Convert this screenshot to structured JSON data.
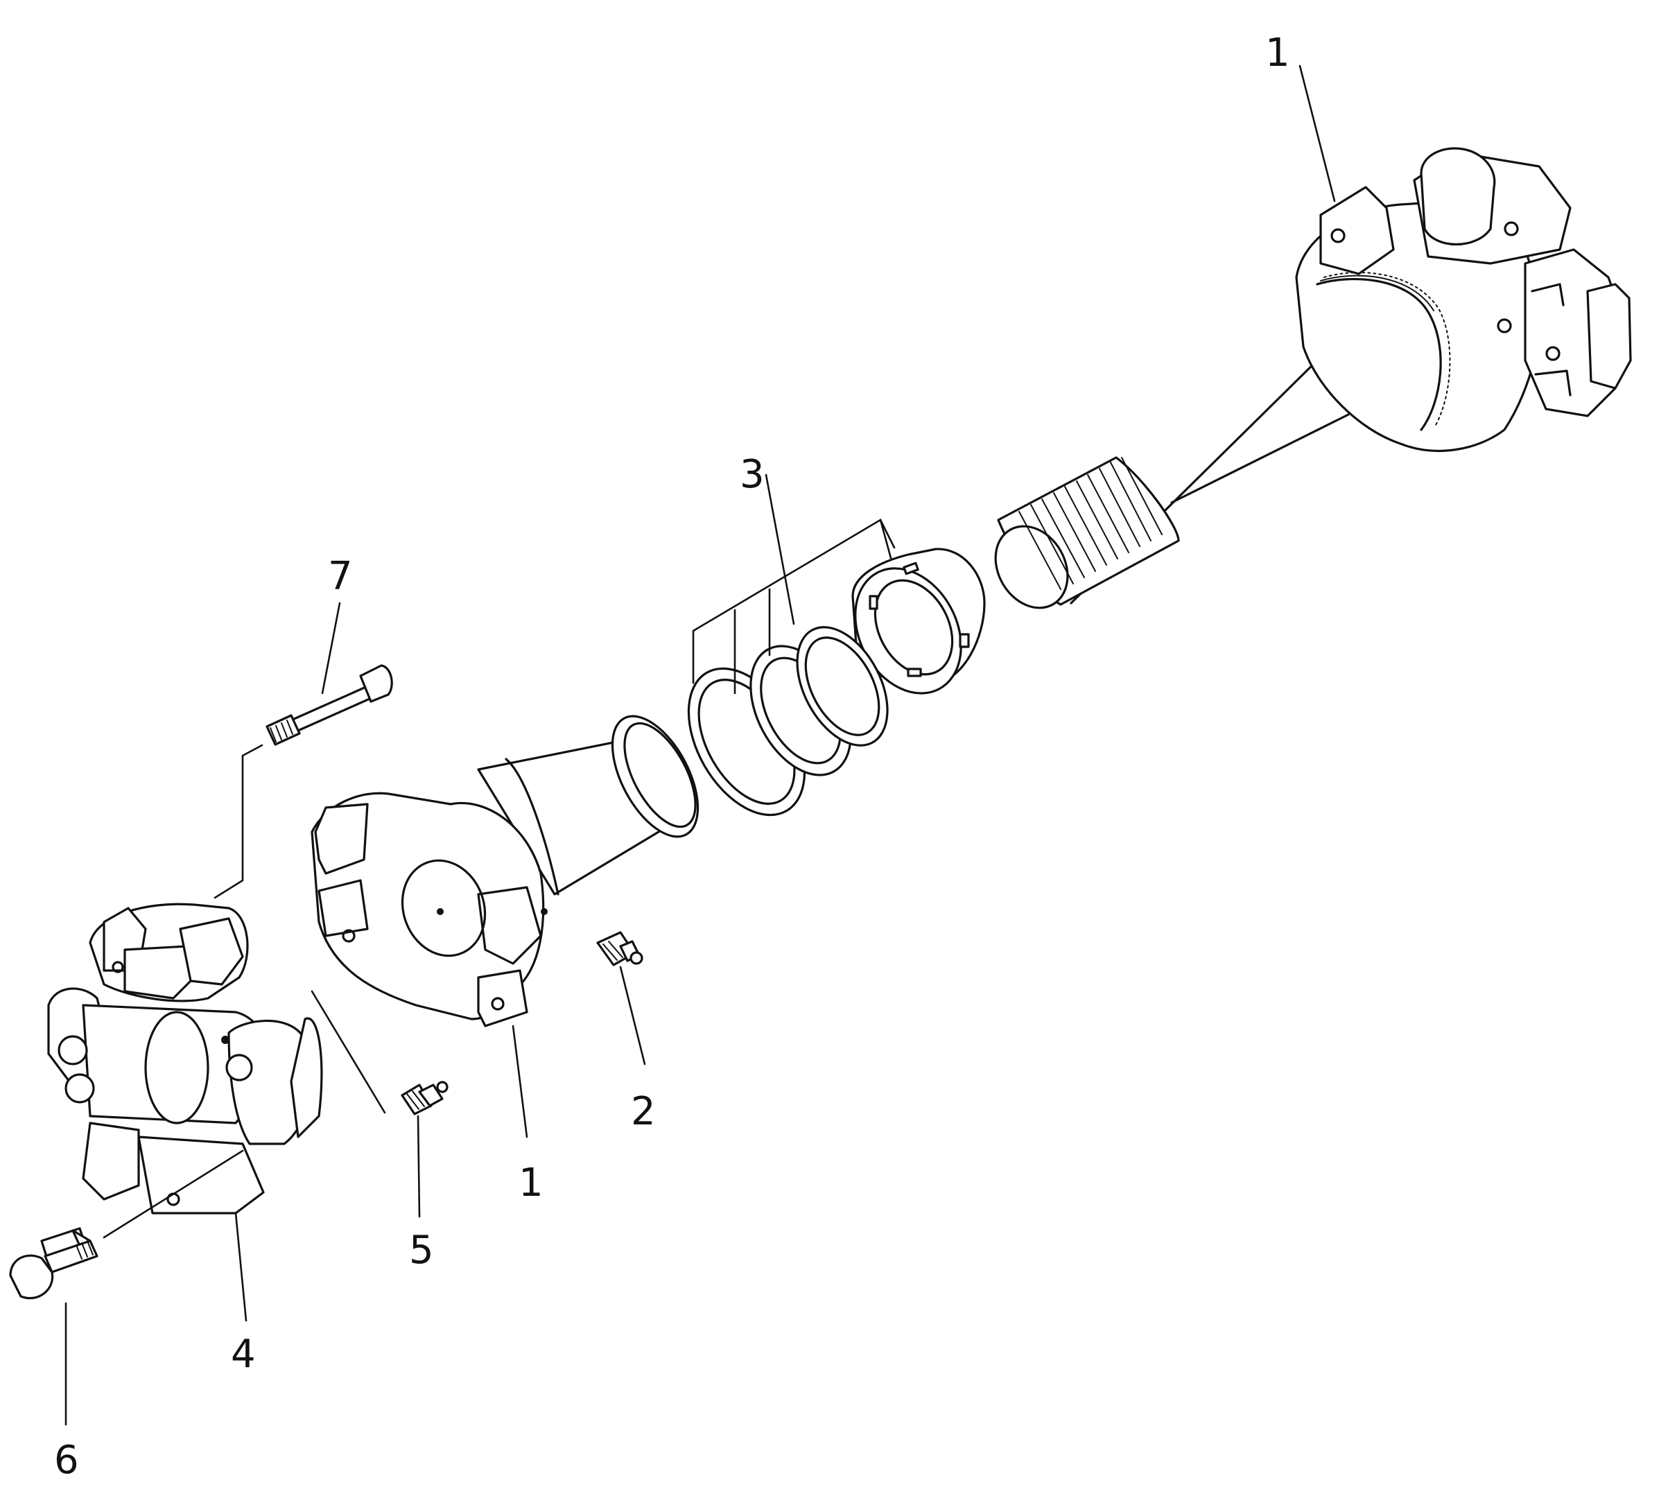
{
  "callouts": {
    "yoke_end_top": "1",
    "yoke_sleeve": "1",
    "grease_nipple_sleeve": "2",
    "seal_kit": "3",
    "spider_kit": "4",
    "grease_nipple_spider": "5",
    "bolt_lower": "6",
    "bolt_upper": "7"
  },
  "colors": {
    "ink": "#111111",
    "paper": "#ffffff"
  }
}
